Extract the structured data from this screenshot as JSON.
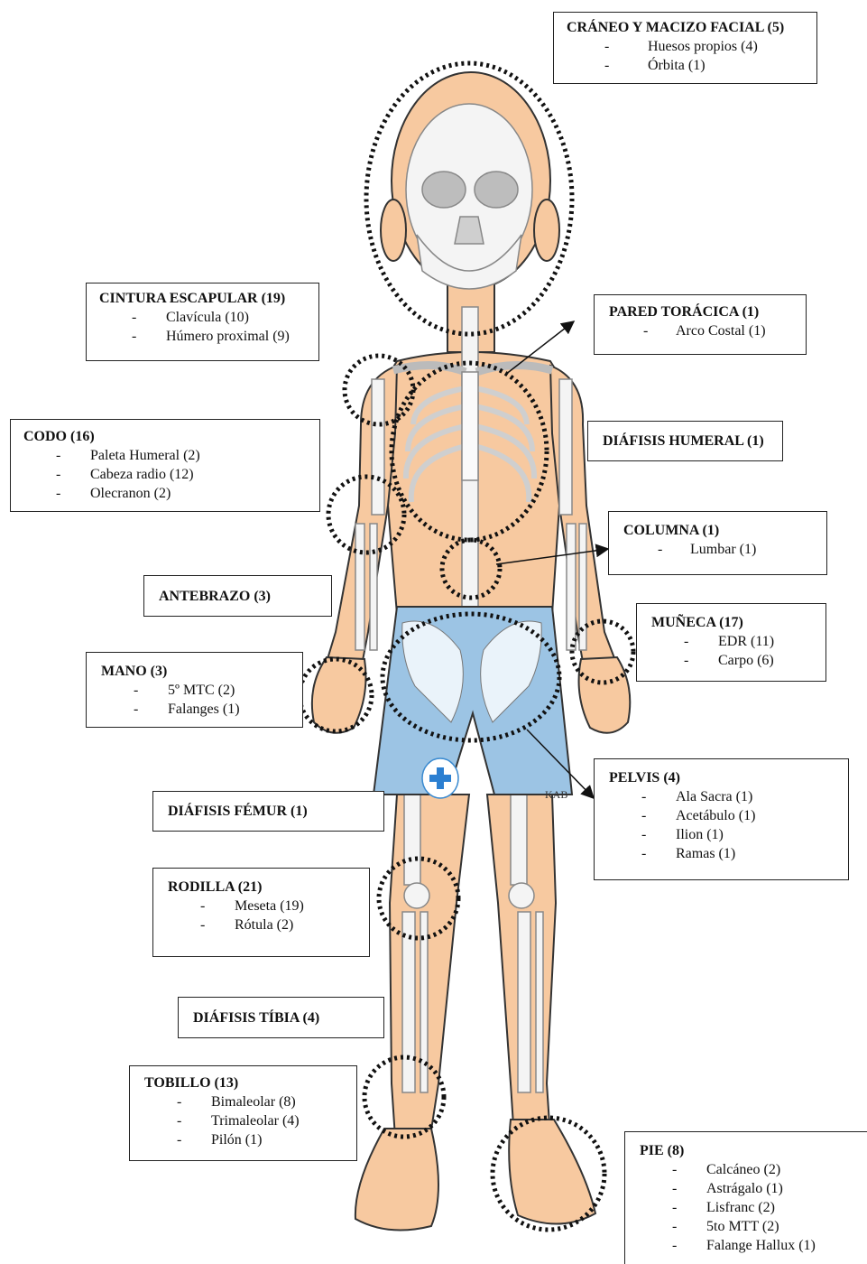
{
  "figure": {
    "body_color": "#f7c9a0",
    "outline_color": "#333333",
    "bone_color": "#f4f4f4",
    "shorts_color": "#9cc4e4",
    "marker": "dotted-circle",
    "shorts_logo_icon": "medical-cross-icon",
    "signature_text": "KAB"
  },
  "labels": {
    "craneo": {
      "title": "CRÁNEO Y MACIZO FACIAL (5)",
      "items": [
        "Huesos propios (4)",
        "Órbita (1)"
      ]
    },
    "cintura": {
      "title": "CINTURA ESCAPULAR (19)",
      "items": [
        "Clavícula (10)",
        "Húmero proximal (9)"
      ]
    },
    "pared": {
      "title": "PARED TORÁCICA (1)",
      "items": [
        "Arco Costal (1)"
      ]
    },
    "codo": {
      "title": "CODO (16)",
      "items": [
        "Paleta Humeral (2)",
        "Cabeza radio (12)",
        "Olecranon (2)"
      ]
    },
    "diaf_humeral": {
      "title": "DIÁFISIS HUMERAL (1)"
    },
    "columna": {
      "title": "COLUMNA (1)",
      "items": [
        "Lumbar (1)"
      ]
    },
    "antebrazo": {
      "title": "ANTEBRAZO (3)"
    },
    "muneca": {
      "title": "MUÑECA (17)",
      "items": [
        "EDR (11)",
        "Carpo (6)"
      ]
    },
    "mano": {
      "title": "MANO (3)",
      "items": [
        "5º MTC (2)",
        "Falanges (1)"
      ]
    },
    "pelvis": {
      "title": "PELVIS (4)",
      "items": [
        "Ala Sacra (1)",
        "Acetábulo (1)",
        "Ilion (1)",
        "Ramas (1)"
      ]
    },
    "diaf_femur": {
      "title": "DIÁFISIS FÉMUR (1)"
    },
    "rodilla": {
      "title": "RODILLA (21)",
      "items": [
        "Meseta (19)",
        "Rótula (2)"
      ]
    },
    "diaf_tibia": {
      "title": "DIÁFISIS TÍBIA (4)"
    },
    "tobillo": {
      "title": "TOBILLO (13)",
      "items": [
        "Bimaleolar (8)",
        "Trimaleolar (4)",
        "Pilón (1)"
      ]
    },
    "pie": {
      "title": "PIE (8)",
      "items": [
        "Calcáneo (2)",
        "Astrágalo (1)",
        "Lisfranc (2)",
        "5to MTT (2)",
        "Falange Hallux (1)"
      ]
    }
  }
}
